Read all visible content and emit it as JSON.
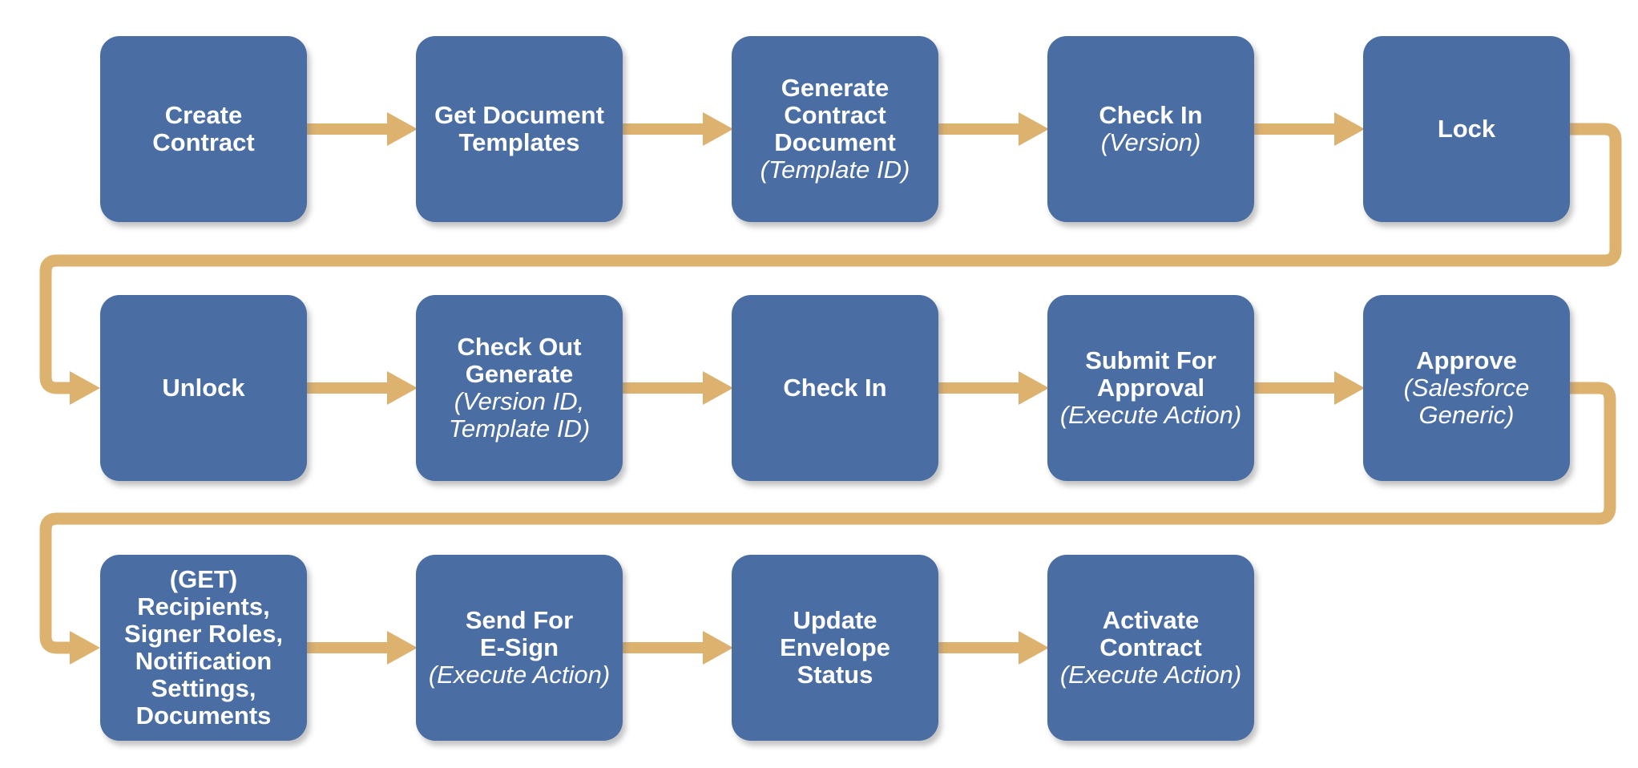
{
  "colors": {
    "box": "#4A6DA4",
    "arrow": "#DDB26F",
    "text": "#FFFFFF",
    "background": "#FFFFFF"
  },
  "flow": {
    "rows": [
      {
        "boxes": [
          {
            "title": "Create\nContract",
            "subtitle": ""
          },
          {
            "title": "Get Document\nTemplates",
            "subtitle": ""
          },
          {
            "title": "Generate\nContract\nDocument",
            "subtitle": "(Template ID)"
          },
          {
            "title": "Check In",
            "subtitle": "(Version)"
          },
          {
            "title": "Lock",
            "subtitle": ""
          }
        ]
      },
      {
        "boxes": [
          {
            "title": "Unlock",
            "subtitle": ""
          },
          {
            "title": "Check Out\nGenerate",
            "subtitle": "(Version ID,\nTemplate ID)"
          },
          {
            "title": "Check In",
            "subtitle": ""
          },
          {
            "title": "Submit For\nApproval",
            "subtitle": "(Execute Action)"
          },
          {
            "title": "Approve",
            "subtitle": "(Salesforce\nGeneric)"
          }
        ]
      },
      {
        "boxes": [
          {
            "title": "(GET)\nRecipients,\nSigner Roles,\nNotification\nSettings,\nDocuments",
            "subtitle": ""
          },
          {
            "title": "Send For\nE-Sign",
            "subtitle": "(Execute Action)"
          },
          {
            "title": "Update\nEnvelope\nStatus",
            "subtitle": ""
          },
          {
            "title": "Activate\nContract",
            "subtitle": "(Execute Action)"
          }
        ]
      }
    ]
  }
}
